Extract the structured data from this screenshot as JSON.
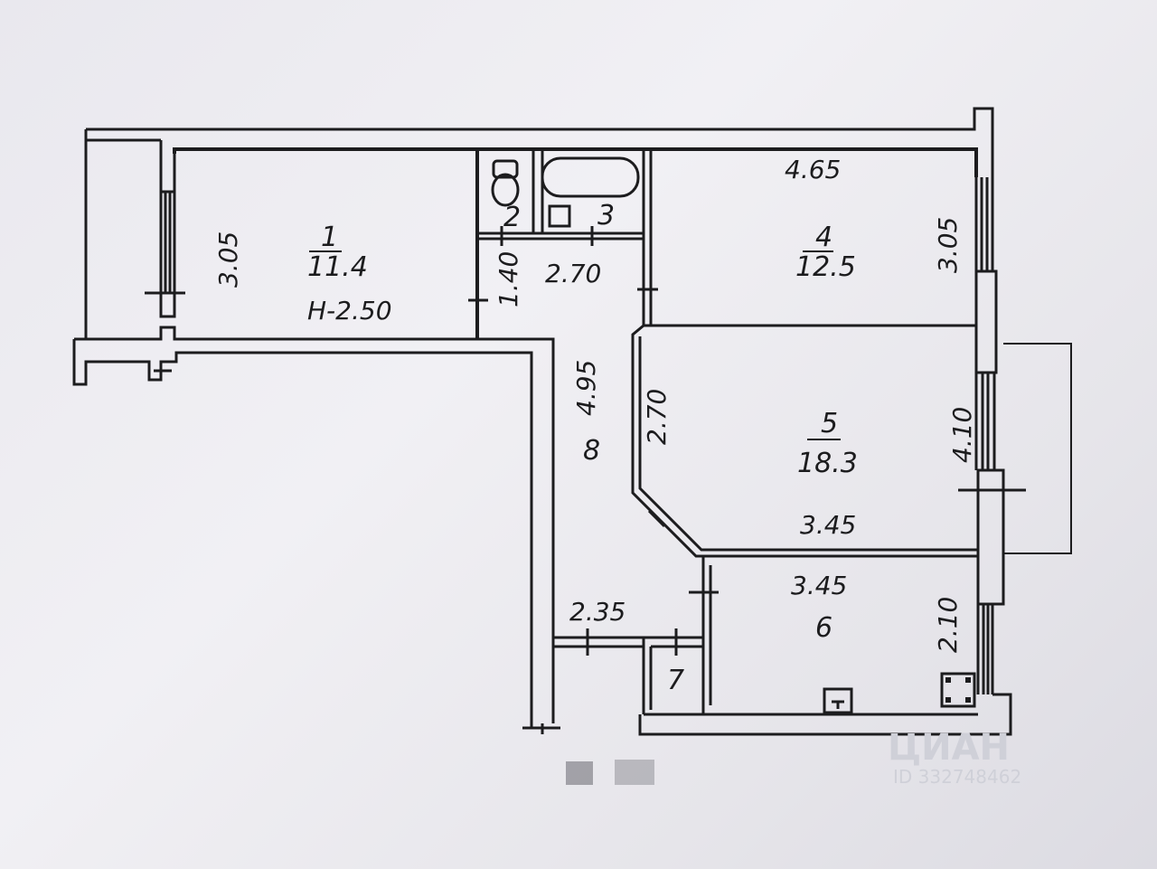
{
  "rooms": {
    "r1": {
      "number": "1",
      "area": "11.4",
      "height": "H-2.50",
      "width": "3.05"
    },
    "r2": {
      "number": "2"
    },
    "r3": {
      "number": "3"
    },
    "r4": {
      "number": "4",
      "area": "12.5",
      "length": "4.65",
      "width": "3.05"
    },
    "r5": {
      "number": "5",
      "area": "18.3",
      "length": "3.45",
      "width": "4.10",
      "diag": "2.70"
    },
    "r6": {
      "number": "6",
      "length": "3.45",
      "width": "2.10"
    },
    "r7": {
      "number": "7"
    },
    "r8": {
      "number": "8",
      "length": "4.95",
      "top_width": "2.70",
      "top_depth": "1.40",
      "bottom_width": "2.35"
    }
  },
  "watermark": {
    "brand": "ЦИАН",
    "id": "ID 332748462"
  },
  "colors": {
    "ink": "#1c1c1e",
    "paper": "#eceaf0"
  }
}
